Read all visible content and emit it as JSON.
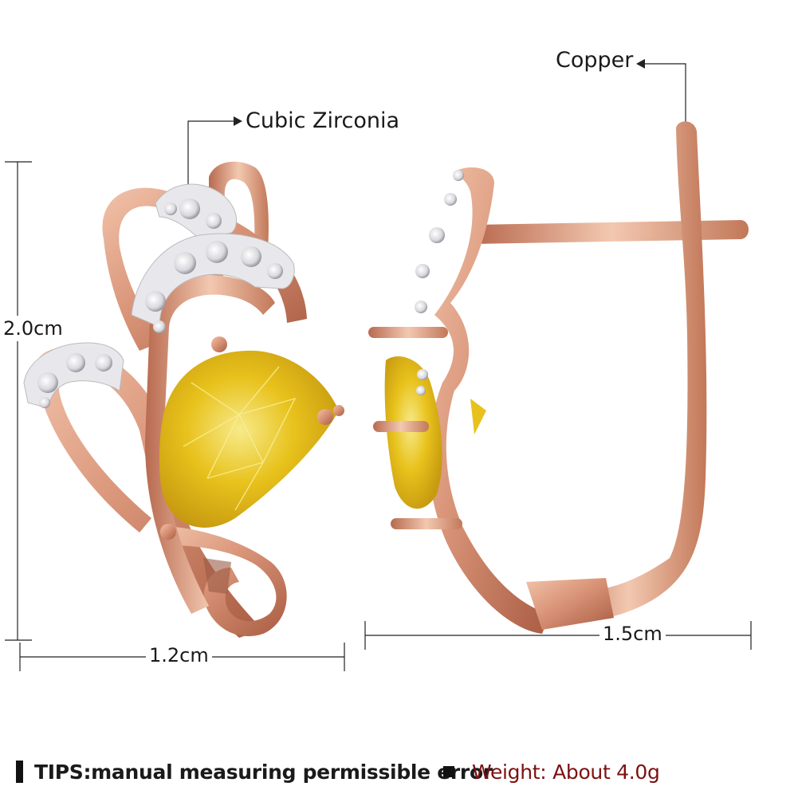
{
  "labels": {
    "material_stone": "Cubic Zirconia",
    "material_metal": "Copper",
    "height": "2.0cm",
    "width_front": "1.2cm",
    "width_side": "1.5cm"
  },
  "footer": {
    "tips": "TIPS:manual measuring permissible error",
    "weight": "Weight: About 4.0g"
  },
  "colors": {
    "metal": "#d99478",
    "metal_dark": "#b86a4f",
    "gem": "#e8c21c",
    "gem_light": "#f5e06a",
    "stones": "#e6e6ea",
    "weight_text": "#7d1010"
  }
}
